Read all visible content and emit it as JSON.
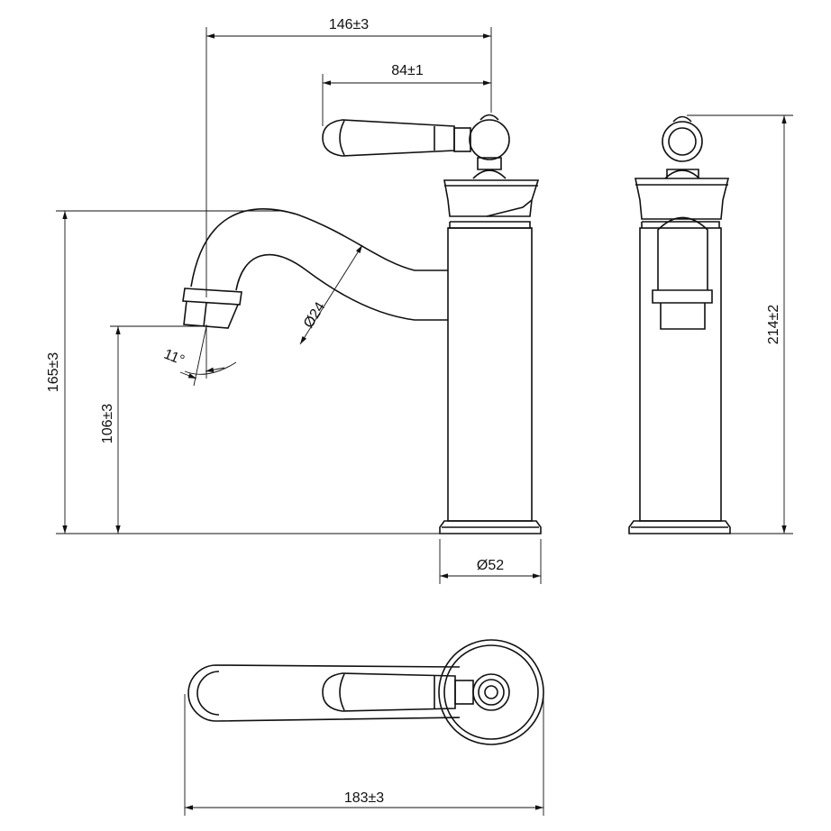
{
  "title": "Basin mixer tap technical drawing",
  "dimensions": {
    "overall_reach": "146±3",
    "lever_offset": "84±1",
    "spout_diameter": "Ø24",
    "spout_angle": "11°",
    "spout_top_height": "165±3",
    "outlet_height": "106±3",
    "base_diameter": "Ø52",
    "total_height": "214±2",
    "total_length": "183±3"
  },
  "colors": {
    "line": "#111111",
    "background": "#ffffff"
  }
}
